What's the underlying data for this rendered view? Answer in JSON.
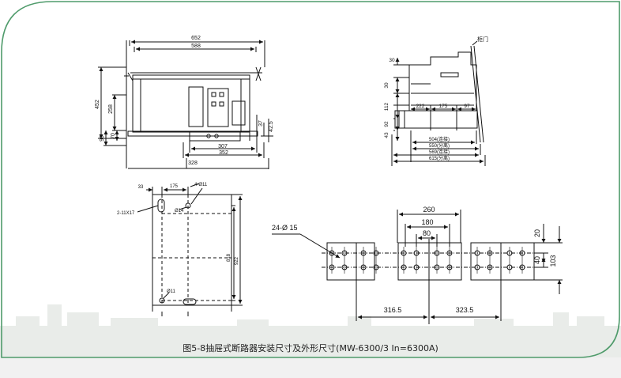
{
  "caption": "图5-8抽屉式断路器安装尺寸及外形尺寸(MW-6300/3 In=6300A)",
  "front_view": {
    "w_652": "652",
    "w_588": "588",
    "h_452": "452",
    "h_258": "258",
    "h_90": "90",
    "h_70": "70",
    "h_37": "37",
    "h_42_5": "42.5",
    "w_307": "307",
    "w_352": "352",
    "w_328": "328"
  },
  "side_view": {
    "cabinet_door": "柜门",
    "d_30_top": "30",
    "d_30": "30",
    "d_112": "112",
    "d_92": "92",
    "d_43": "43",
    "d_222": "222",
    "d_175": "175",
    "d_97": "97",
    "dim_504": "504(连接)",
    "dim_550": "550(分离)",
    "dim_569": "569(连接)",
    "dim_615": "615(分离)"
  },
  "mount_view": {
    "d_33": "33",
    "d_175": "175",
    "hole_4_11": "4-Ø11",
    "slot": "2-11X17",
    "hole_14": "Ø14",
    "hole_11": "Ø11",
    "h_818": "818",
    "h_922": "922"
  },
  "busbar_view": {
    "holes": "24-Ø 15",
    "d_260": "260",
    "d_180": "180",
    "d_80": "80",
    "d_20": "20",
    "d_40": "40",
    "d_103": "103",
    "d_316_5": "316.5",
    "d_323_5": "323.5"
  }
}
